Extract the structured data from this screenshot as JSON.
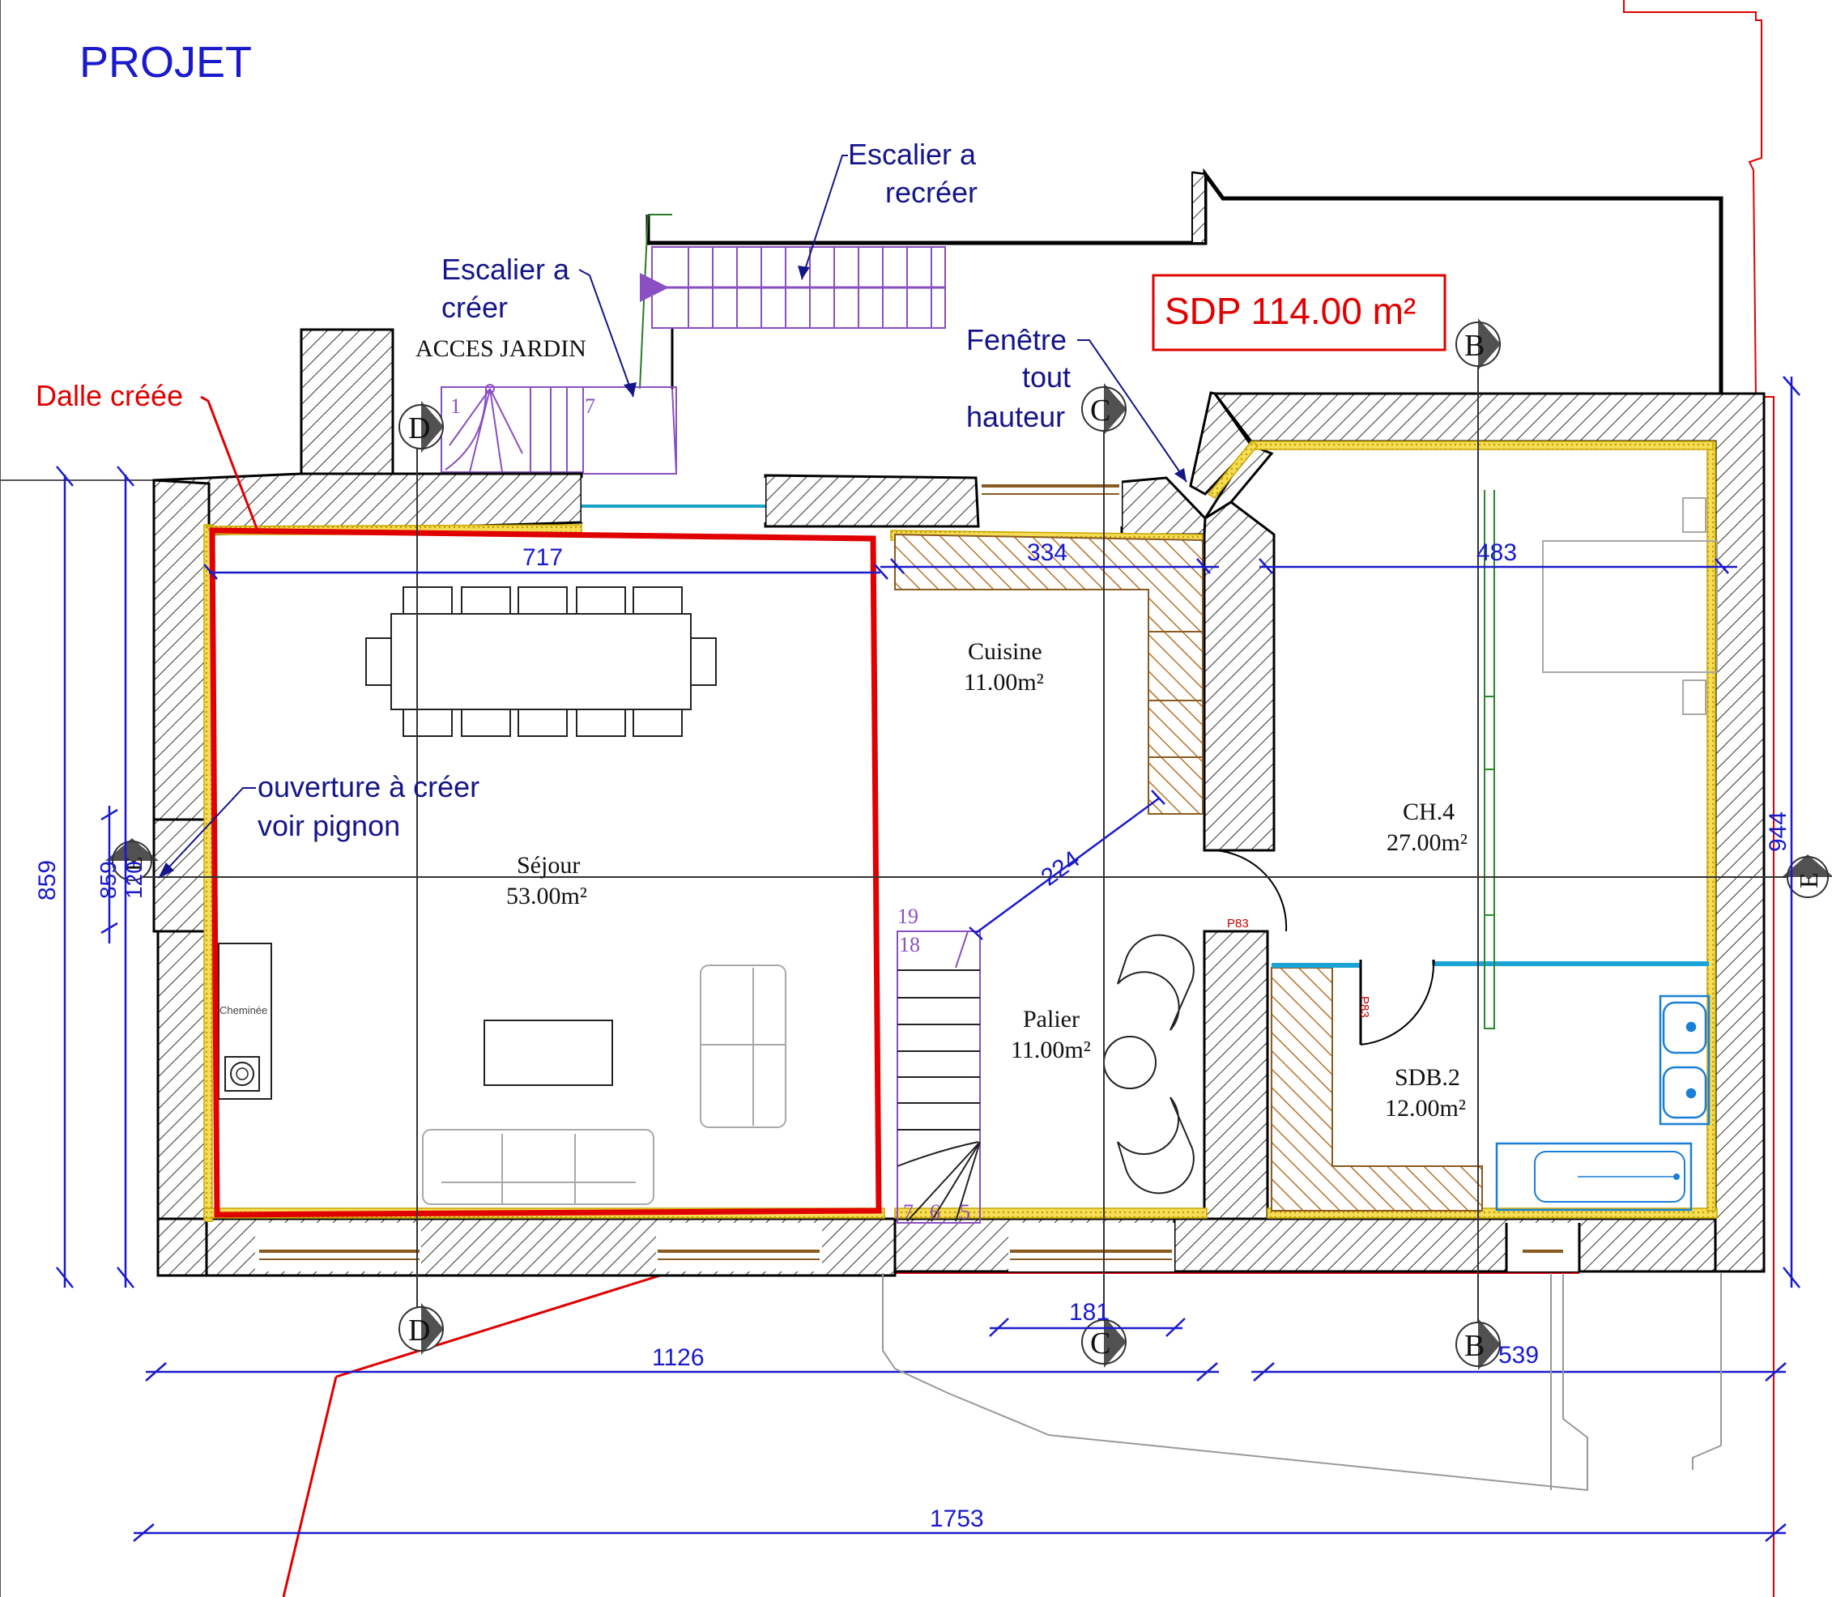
{
  "title": "PROJET",
  "sdp_label": "SDP 114.00 m²",
  "annotations": {
    "dalle": "Dalle créée",
    "escalier_creer_1": "Escalier a",
    "escalier_creer_2": "créer",
    "acces_jardin": "ACCES JARDIN",
    "escalier_recreer_1": "Escalier a",
    "escalier_recreer_2": "recréer",
    "fenetre_1": "Fenêtre",
    "fenetre_2": "tout",
    "fenetre_3": "hauteur",
    "ouverture_1": "ouverture à créer",
    "ouverture_2": "voir pignon",
    "cheminee": "Cheminée"
  },
  "rooms": {
    "sejour_name": "Séjour",
    "sejour_area": "53.00m²",
    "cuisine_name": "Cuisine",
    "cuisine_area": "11.00m²",
    "ch4_name": "CH.4",
    "ch4_area": "27.00m²",
    "palier_name": "Palier",
    "palier_area": "11.00m²",
    "sdb_name": "SDB.2",
    "sdb_area": "12.00m²"
  },
  "dimensions": {
    "d717": "717",
    "d334": "334",
    "d483": "483",
    "d224": "224",
    "d859": "859",
    "d944": "944",
    "d1126": "1126",
    "d539": "539",
    "d181": "181",
    "d1753": "1753",
    "d859b": "859",
    "d120": "120"
  },
  "sections": {
    "b": "B",
    "c": "C",
    "d": "D",
    "e": "E"
  },
  "stairs": {
    "s1": "1",
    "s7": "7",
    "s19": "19",
    "s18": "18",
    "s7b": "7",
    "s6": "6",
    "s5": "5"
  },
  "door_tags": {
    "p83a": "P83",
    "p83b": "P83"
  },
  "colors": {
    "wall_hatch": "#000000",
    "dalle_outline": "#e00000",
    "dimension": "#1a1acc",
    "insulation": "#f2d43c",
    "wood": "#b5742b",
    "stair": "#8a4fc2"
  }
}
